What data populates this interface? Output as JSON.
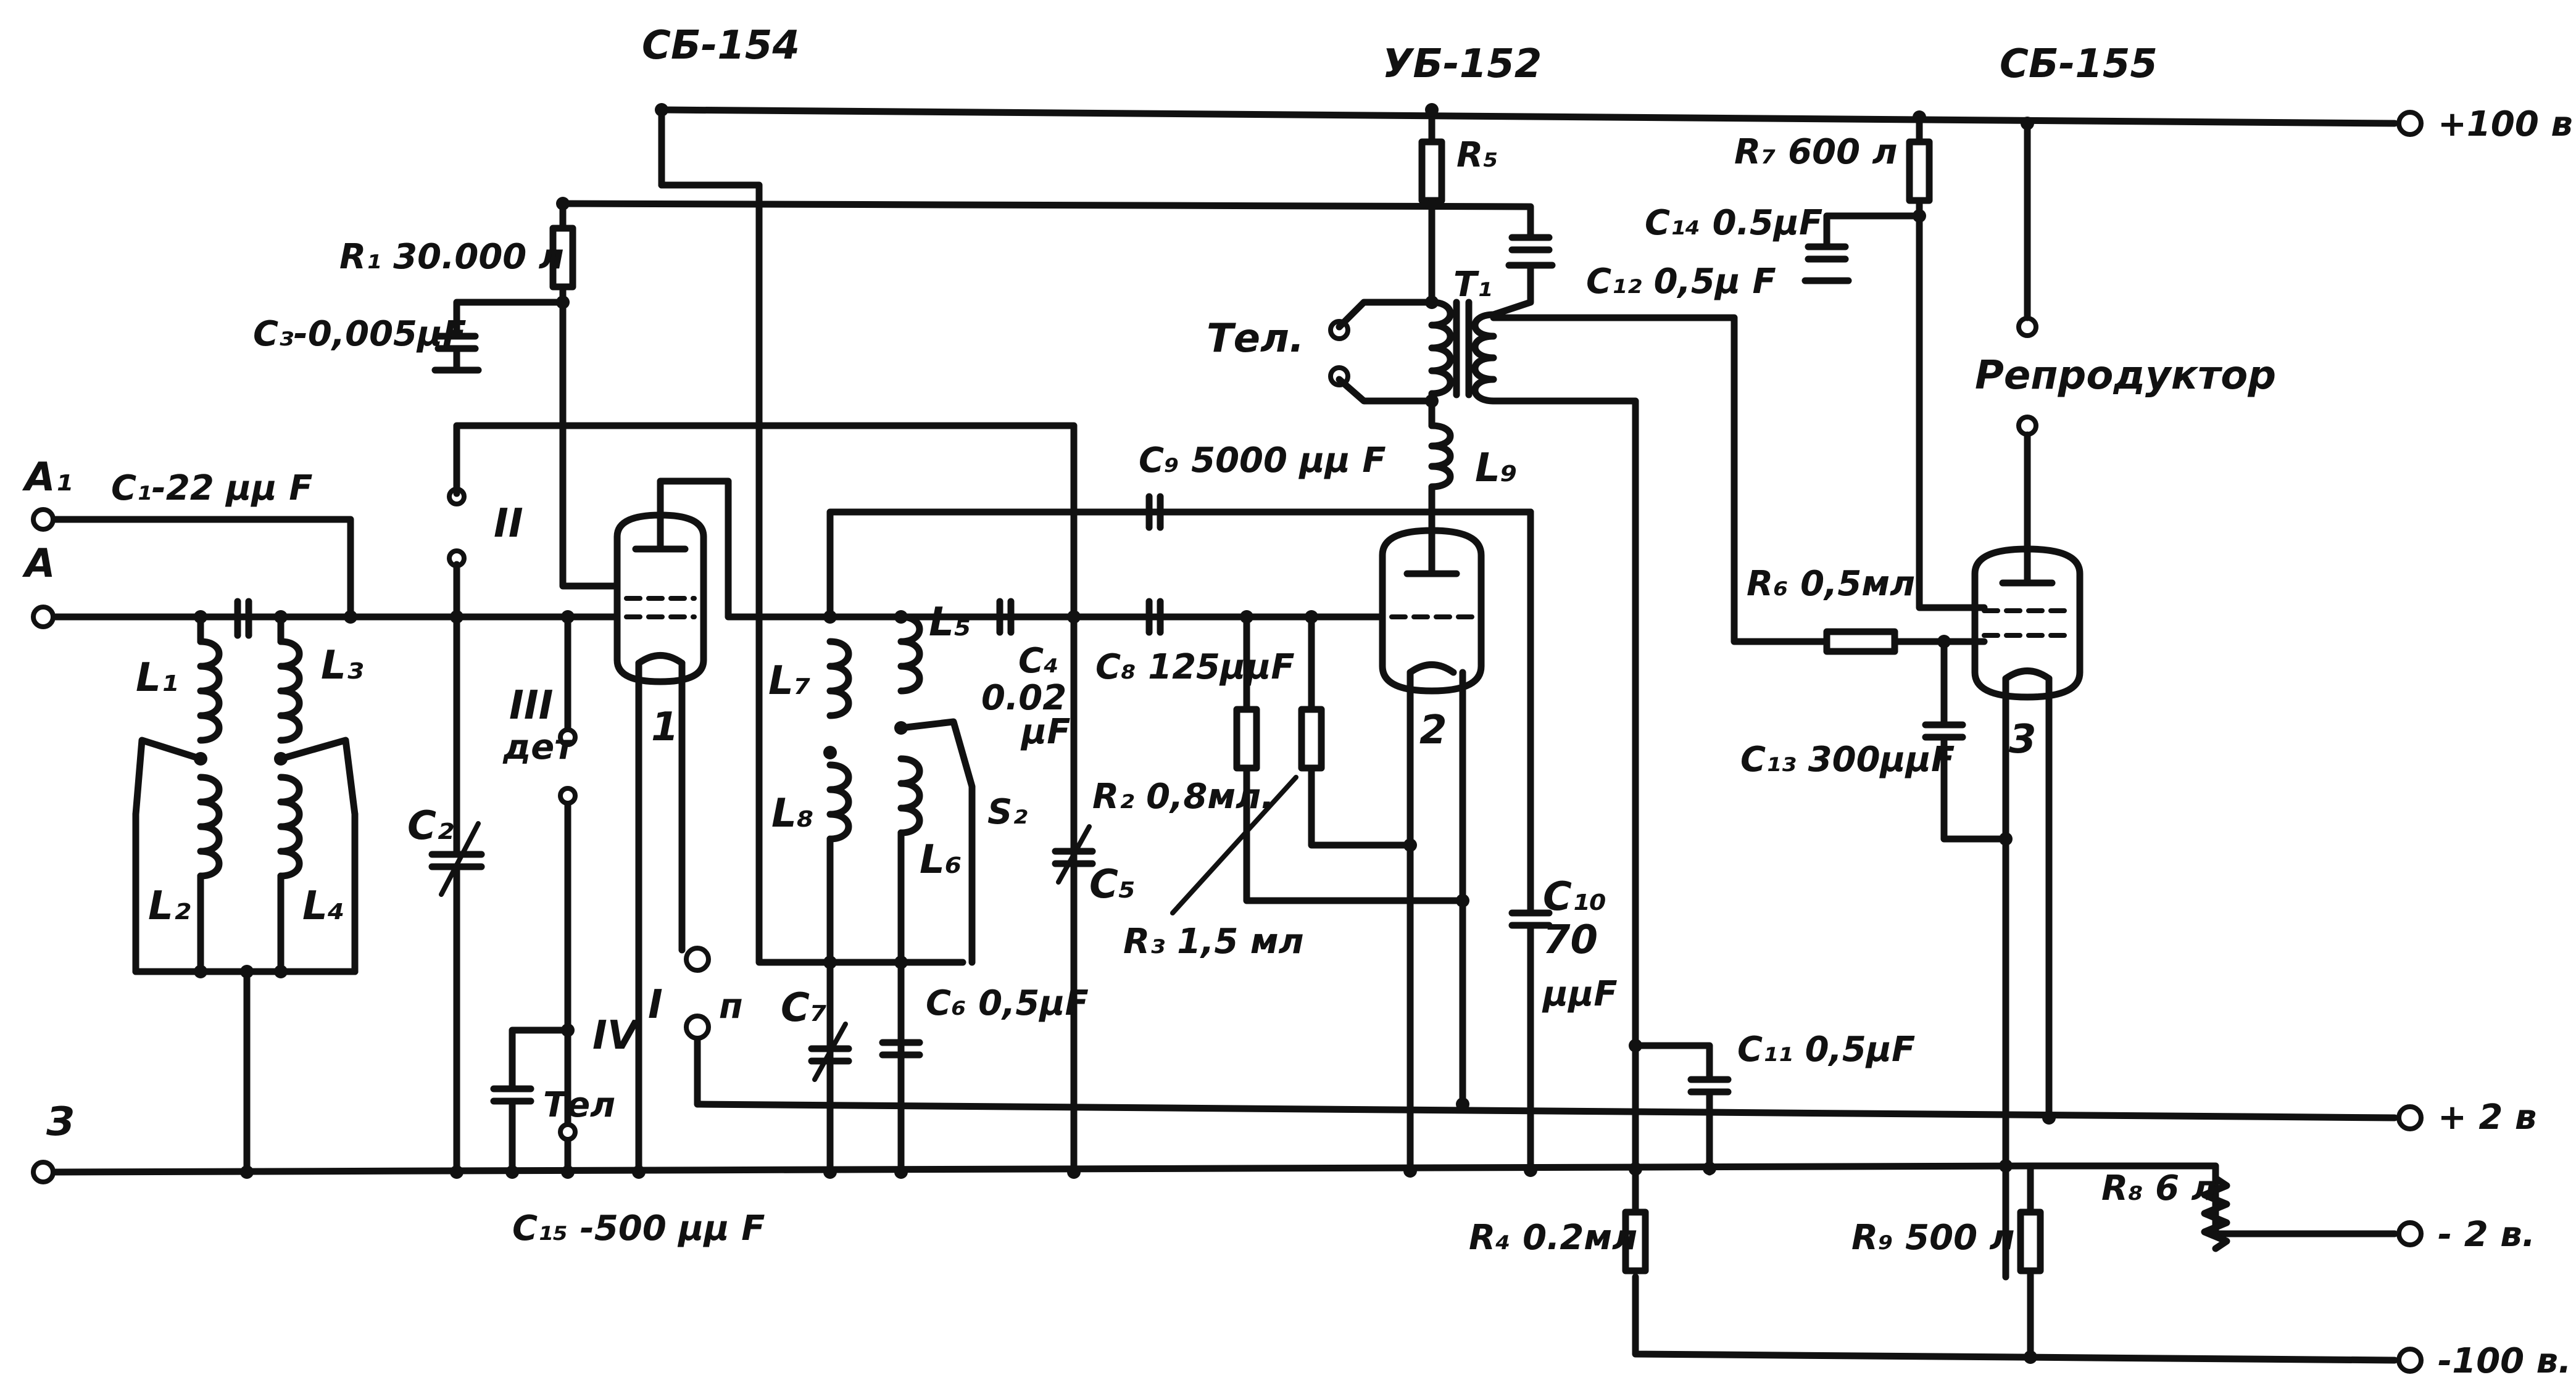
{
  "labels": {
    "tube1_type": "СБ-154",
    "tube2_type": "УБ-152",
    "tube3_type": "СБ-155",
    "plus100": "+100 в",
    "plus2": "+ 2 в",
    "minus2": "- 2 в.",
    "minus100": "-100 в.",
    "ant_a1": "А₁",
    "ant_a": "А",
    "ground": "З",
    "c1": "C₁-22 μμ F",
    "r1": "R₁ 30.000 л",
    "c3": "C₃-0,005μF",
    "l1": "L₁",
    "l2": "L₂",
    "l3": "L₃",
    "l4": "L₄",
    "c2": "C₂",
    "sw2": "II",
    "sw3": "III",
    "det": "дет",
    "sw4": "IV",
    "tel_low": "Тел",
    "c15": "C₁₅ -500 μμ F",
    "tube1_num": "1",
    "sw1": "I",
    "sw1_n": "п",
    "l7": "L₇",
    "l8": "L₈",
    "l5": "L₅",
    "l6": "L₆",
    "c7": "C₇",
    "c6": "C₆ 0,5μF",
    "c4a": "C₄",
    "c4b": "0.02",
    "c4c": "μF",
    "s2": "S₂",
    "c9": "C₉ 5000 μμ F",
    "c8": "C₈ 125μμF",
    "c5": "C₅",
    "r2": "R₂ 0,8мл.",
    "r3": "R₃ 1,5 мл",
    "r5": "R₅",
    "tel_up": "Тел.",
    "t1": "T₁",
    "l9": "L₉",
    "tube2_num": "2",
    "c10a": "C₁₀",
    "c10b": "70",
    "c10c": "μμF",
    "c11": "C₁₁ 0,5μF",
    "r4": "R₄ 0.2мл",
    "r7": "R₇ 600 л",
    "c14": "C₁₄ 0.5μF",
    "c12": "C₁₂ 0,5μ F",
    "speaker": "Репродуктор",
    "r6": "R₆ 0,5мл",
    "c13": "C₁₃ 300μμF",
    "tube3_num": "3",
    "r9": "R₉ 500 л",
    "r8": "R₈ 6 л"
  }
}
